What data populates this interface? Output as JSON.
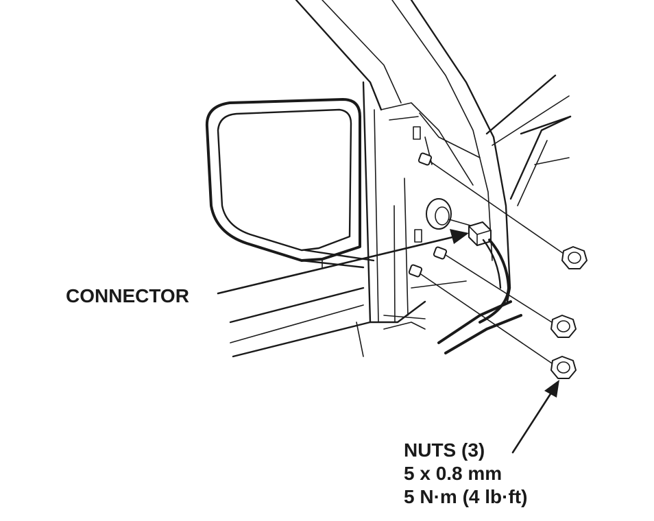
{
  "labels": {
    "connector": "CONNECTOR",
    "nuts": {
      "line1": "NUTS (3)",
      "line2": "5 x 0.8 mm",
      "line3": "5 N·m (4 lb·ft)"
    }
  },
  "parts": {
    "nut_count": 3,
    "stud_count": 3
  }
}
